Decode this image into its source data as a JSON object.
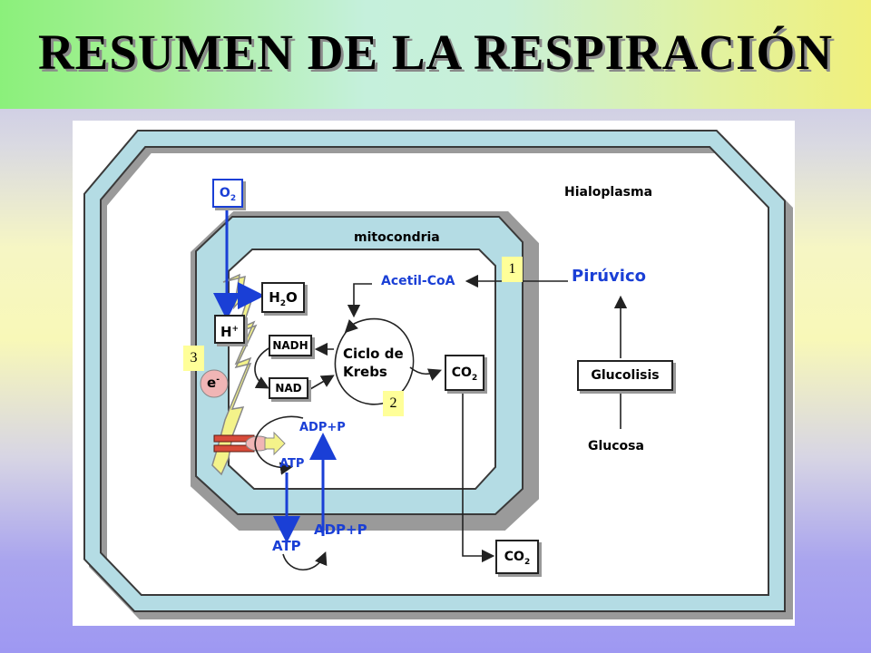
{
  "title": "RESUMEN DE LA RESPIRACIÓN",
  "diagram": {
    "hialoplasma": "Hialoplasma",
    "mitocondria": "mitocondria",
    "piruvico": "Pirúvico",
    "glucolisis": "Glucolisis",
    "glucosa": "Glucosa",
    "acetil_coa": "Acetil-CoA",
    "krebs_line1": "Ciclo de",
    "krebs_line2": "Krebs",
    "nadh": "NADH",
    "nad": "NAD",
    "co2": "CO",
    "co2_sub": "2",
    "o2": "O",
    "o2_sub": "2",
    "h2o_h": "H",
    "h2o_sub": "2",
    "h2o_o": "O",
    "hplus": "H",
    "hplus_sup": "+",
    "electron": "e",
    "electron_sup": "-",
    "adp_p_inner": "ADP+P",
    "atp_inner": "ATP",
    "atp_outer": "ATP",
    "adp_p_outer": "ADP+P",
    "tags": [
      "1",
      "2",
      "3"
    ]
  },
  "colors": {
    "membrane_fill": "#b4dce4",
    "membrane_shadow": "#9a9a9a",
    "arrow_blue": "#1a3fd6",
    "electron_chain": "#f4f38a",
    "electron_ball": "#f0b5b5",
    "atp_synthase_red": "#d84b3a"
  }
}
